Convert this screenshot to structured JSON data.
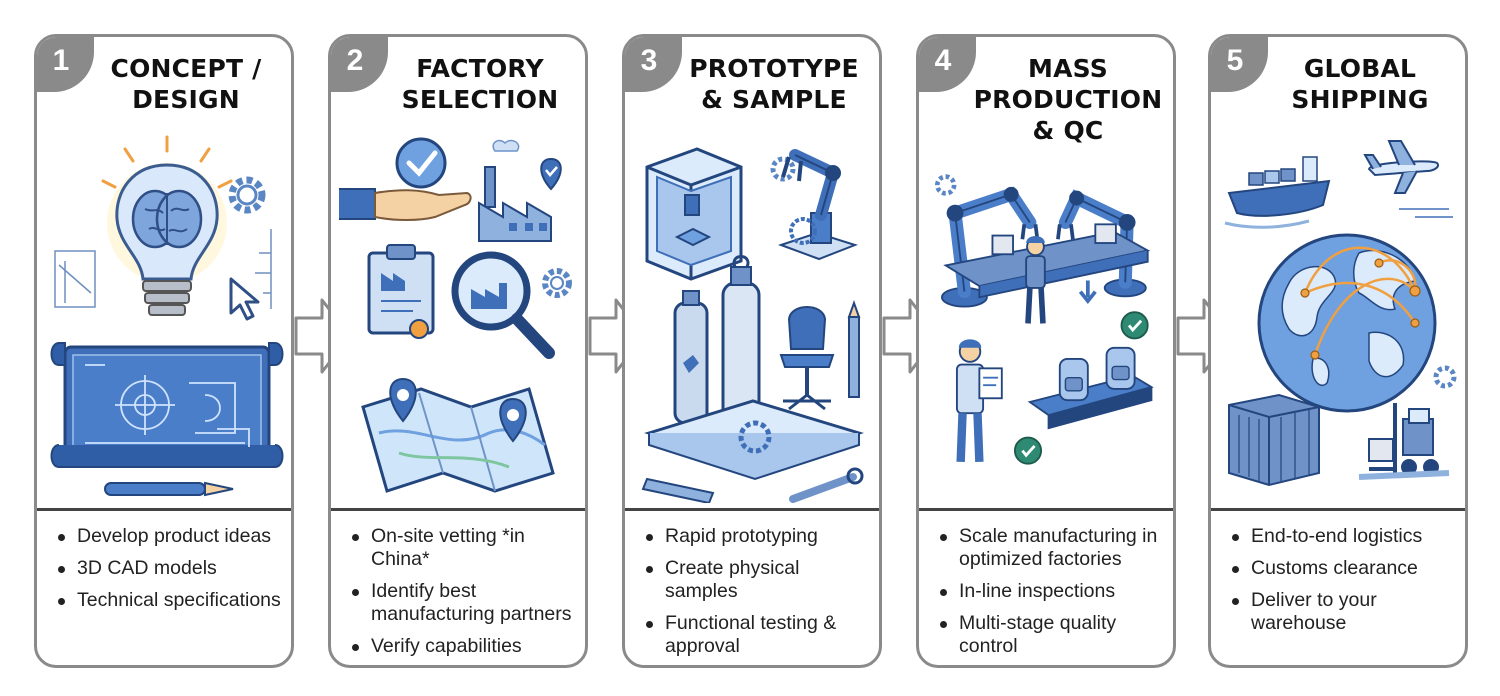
{
  "steps": [
    {
      "number": "1",
      "title": [
        "CONCEPT /",
        "DESIGN"
      ],
      "bullets": [
        "Develop product ideas",
        "3D CAD models",
        "Technical specifications"
      ]
    },
    {
      "number": "2",
      "title": [
        "FACTORY",
        "SELECTION"
      ],
      "bullets": [
        "On-site vetting *in China*",
        "Identify best manufacturing partners",
        "Verify capabilities"
      ]
    },
    {
      "number": "3",
      "title": [
        "PROTOTYPE",
        "& SAMPLE"
      ],
      "bullets": [
        "Rapid prototyping",
        "Create physical samples",
        "Functional testing & approval"
      ]
    },
    {
      "number": "4",
      "title": [
        "MASS",
        "PRODUCTION",
        "& QC"
      ],
      "bullets": [
        "Scale manufacturing in optimized factories",
        "In-line inspections",
        "Multi-stage quality control"
      ]
    },
    {
      "number": "5",
      "title": [
        "GLOBAL",
        "SHIPPING"
      ],
      "bullets": [
        "End-to-end logistics",
        "Customs clearance",
        "Deliver to your warehouse"
      ]
    }
  ],
  "colors": {
    "card_border": "#8a8a8a",
    "accent_blue": "#3f6fb8",
    "light_blue": "#cfe0f5",
    "orange": "#f0a040"
  }
}
